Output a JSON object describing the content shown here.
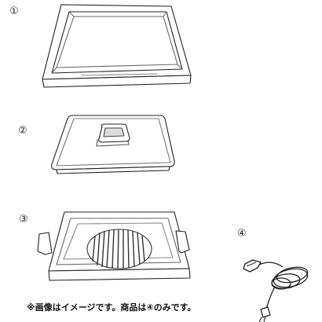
{
  "labels": {
    "part1": "①",
    "part2": "②",
    "part3": "③",
    "part4": "④"
  },
  "note": "※画像はイメージです。商品は④のみです。",
  "colors": {
    "line": "#222222",
    "shade": "#9a9a9a",
    "fill": "#ffffff"
  }
}
